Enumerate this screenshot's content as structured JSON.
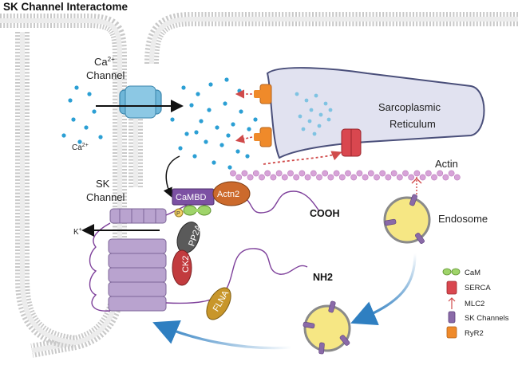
{
  "title": "SK Channel Interactome",
  "labels": {
    "ca_channel_line1": "Ca",
    "ca_channel_sup": "2+",
    "ca_channel_line2": "Channel",
    "ca_ion": "Ca",
    "ca_ion_sup": "2+",
    "sk_channel_line1": "SK",
    "sk_channel_line2": "Channel",
    "k_ion": "K",
    "k_ion_sup": "+",
    "sr_line1": "Sarcoplasmic",
    "sr_line2": "Reticulum",
    "actin": "Actin",
    "endosome": "Endosome",
    "cooh": "COOH",
    "nh2": "NH2",
    "p": "P"
  },
  "proteins": {
    "camdb": "CaMBD",
    "actn2": "Actn2",
    "pp2a": "PP2A",
    "ck2": "CK2",
    "flna": "FLNA"
  },
  "legend": [
    {
      "icon": "cam-icon",
      "label": "CaM"
    },
    {
      "icon": "serca-icon",
      "label": "SERCA"
    },
    {
      "icon": "mlc2-icon",
      "label": "MLC2"
    },
    {
      "icon": "sk-channel-icon",
      "label": "SK Channels"
    },
    {
      "icon": "ryr2-icon",
      "label": "RyR2"
    }
  ],
  "colors": {
    "membrane_head": "#b8b8b8",
    "membrane_tail": "#9a9a9a",
    "ca_dot": "#2b9fd4",
    "ca_channel": "#6fb6d8",
    "sr_fill": "#e1e2f0",
    "sk_channel": "#b9a3cf",
    "actin": "#d7a3d8",
    "endosome": "#f6e784",
    "cambd": "#7c51a3",
    "actn2": "#cc6a2c",
    "pp2a": "#5a5a5a",
    "ck2": "#c23b3e",
    "flna": "#c8962a",
    "ryr2": "#ef8a2a",
    "serca": "#d9474f",
    "cam": "#9fd46a",
    "traffic_arrow": "#2f7fc1"
  }
}
